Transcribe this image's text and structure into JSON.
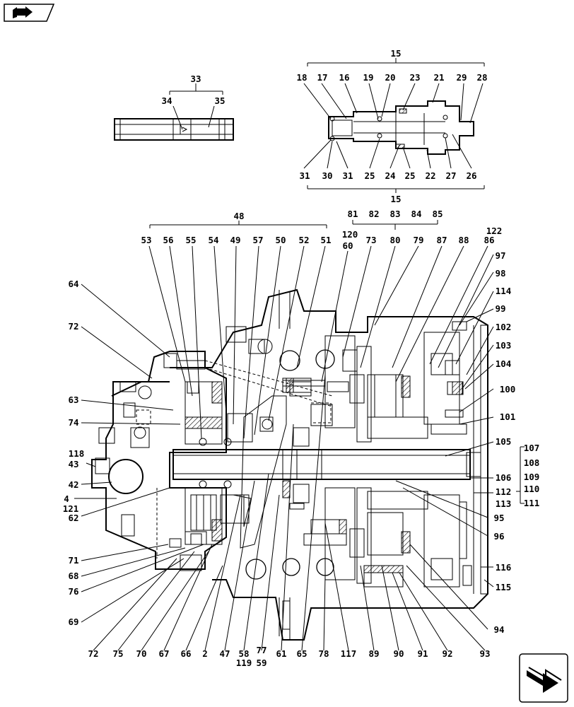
{
  "labels": {
    "l33": "33",
    "l34": "34",
    "l35": "35",
    "l15t": "15",
    "l18": "18",
    "l17": "17",
    "l16": "16",
    "l19": "19",
    "l20": "20",
    "l23": "23",
    "l21": "21",
    "l29": "29",
    "l28": "28",
    "l31a": "31",
    "l30": "30",
    "l31b": "31",
    "l25a": "25",
    "l24": "24",
    "l25b": "25",
    "l22": "22",
    "l27": "27",
    "l26": "26",
    "l15b": "15",
    "l48": "48",
    "l53": "53",
    "l56": "56",
    "l55": "55",
    "l54": "54",
    "l49": "49",
    "l57": "57",
    "l50": "50",
    "l52": "52",
    "l51": "51",
    "l120": "120",
    "l60": "60",
    "l73": "73",
    "l81": "81",
    "l82": "82",
    "l83": "83",
    "l84": "84",
    "l85": "85",
    "l80": "80",
    "l79": "79",
    "l87": "87",
    "l88": "88",
    "l122": "122",
    "l86": "86",
    "l97": "97",
    "l98": "98",
    "l114": "114",
    "l99": "99",
    "l102": "102",
    "l103": "103",
    "l104": "104",
    "l100": "100",
    "l101": "101",
    "l105": "105",
    "l107": "107",
    "l108": "108",
    "l109": "109",
    "l110": "110",
    "l111": "111",
    "l106": "106",
    "l112": "112",
    "l113": "113",
    "l95": "95",
    "l96": "96",
    "l94": "94",
    "l116": "116",
    "l115": "115",
    "l64": "64",
    "l72a": "72",
    "l63": "63",
    "l74": "74",
    "l118": "118",
    "l43": "43",
    "l42": "42",
    "l4": "4",
    "l121": "121",
    "l62": "62",
    "l71": "71",
    "l68": "68",
    "l76": "76",
    "l69": "69",
    "l72b": "72",
    "l75": "75",
    "l70": "70",
    "l67": "67",
    "l66": "66",
    "l2": "2",
    "l47": "47",
    "l58": "58",
    "l77": "77",
    "l119": "119",
    "l59": "59",
    "l61": "61",
    "l65": "65",
    "l78": "78",
    "l117": "117",
    "l89": "89",
    "l90": "90",
    "l91": "91",
    "l92": "92",
    "l93": "93"
  },
  "icons": {
    "top_left": "book-arrow-icon",
    "bottom_right": "next-page-arrow-icon"
  }
}
